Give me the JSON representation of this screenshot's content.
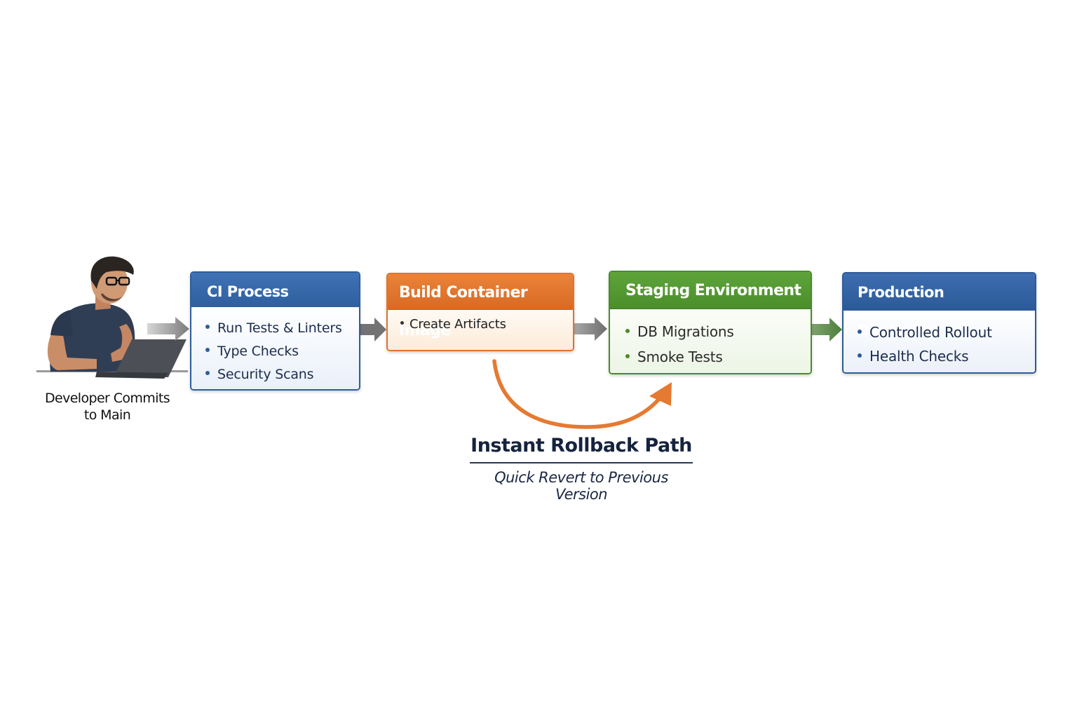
{
  "developer": {
    "icon": "developer-at-laptop-illustration",
    "label_line1": "Developer Commits",
    "label_line2": "to Main"
  },
  "stages": [
    {
      "id": "ci",
      "title": "CI Process",
      "color": "#3a6aad",
      "items": [
        "Run Tests & Linters",
        "Type Checks",
        "Security Scans"
      ]
    },
    {
      "id": "build",
      "title": "Build Container Image",
      "color": "#e57a32",
      "items": [
        "Create Artifacts"
      ]
    },
    {
      "id": "staging",
      "title": "Staging Environment",
      "color": "#549b33",
      "items": [
        "DB Migrations",
        "Smoke Tests"
      ]
    },
    {
      "id": "prod",
      "title": "Production Deployment",
      "color": "#3566a8",
      "items": [
        "Controlled Rollout",
        "Health Checks"
      ]
    }
  ],
  "arrows": {
    "flow_color": "#7a7a7a",
    "to_prod_color": "#4e7f3c",
    "rollback_color": "#e57a32"
  },
  "rollback": {
    "title": "Instant Rollback Path",
    "subtitle": "Quick Revert to Previous Version"
  }
}
